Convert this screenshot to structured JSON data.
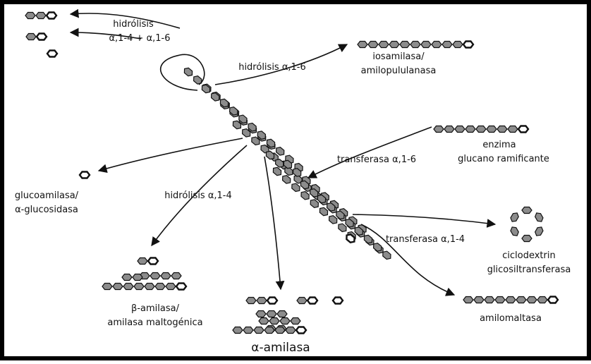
{
  "diagram": {
    "labels": {
      "hidrolisis_top_line1": "hidrólisis",
      "hidrolisis_top_line2": "α,1-4 + α,1-6",
      "hidrolisis_a16": "hidrólisis α,1-6",
      "iso_line1": "iosamilasa/",
      "iso_line2": "amilopululanasa",
      "enzima_line1": "enzima",
      "enzima_line2": "glucano ramificante",
      "transferasa_a16": "transferasa α,1-6",
      "gluco_line1": "glucoamilasa/",
      "gluco_line2": "α-glucosidasa",
      "hidrolisis_a14": "hidrólisis α,1-4",
      "transferasa_a14": "transferasa α,1-4",
      "ciclo_line1": "ciclodextrin",
      "ciclo_line2": "glicosiltransferasa",
      "beta_line1": "β-amilasa/",
      "beta_line2": "amilasa maltogénica",
      "alfa": "α-amilasa",
      "amilomaltasa": "amilomaltasa"
    },
    "colors": {
      "frame": "#000000",
      "glucose_fill": "#8c8c8c",
      "reducing_end_fill": "#ffffff",
      "stroke": "#111111"
    }
  }
}
